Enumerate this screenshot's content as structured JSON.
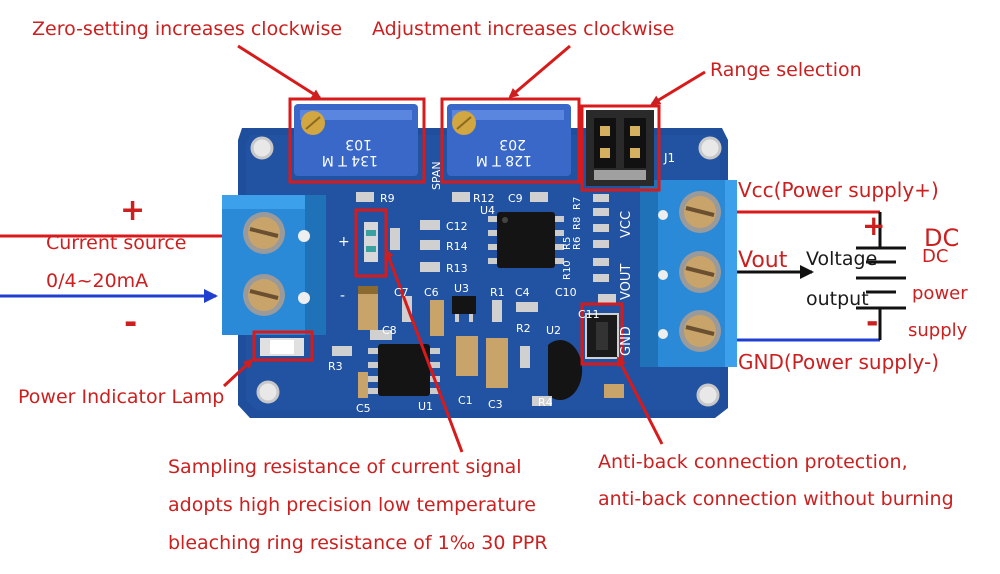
{
  "labels": {
    "zero_setting": "Zero-setting increases clockwise",
    "adjustment": "Adjustment increases clockwise",
    "range_selection": "Range selection",
    "vcc": "Vcc(Power supply+)",
    "gnd": "GND(Power supply-)",
    "dc_main": "DC",
    "dc_power": "DC",
    "power": "power",
    "supply": "supply",
    "vout": "Vout",
    "voltage": "Voltage",
    "output": "output",
    "current_source": "Current source",
    "current_range": "0/4~20mA",
    "plus_left": "+",
    "minus_left": "-",
    "plus_right": "+",
    "minus_right": "-",
    "power_lamp": "Power Indicator Lamp",
    "sampling_1": "Sampling resistance of current signal",
    "sampling_2": "adopts high precision low temperature",
    "sampling_3": "bleaching ring resistance of 1‰ 30 PPR",
    "antiback_1": "Anti-back connection protection,",
    "antiback_2": "anti-back connection without burning"
  },
  "board": {
    "pot_left_code": "103",
    "pot_left_sub": "134 T M",
    "pot_right_code": "203",
    "pot_right_sub": "128 T M",
    "span": "SPAN",
    "j1": "J1",
    "vcc": "VCC",
    "vout": "VOUT",
    "gnd": "GND",
    "r9": "R9",
    "r12": "R12",
    "c9": "C9",
    "c12": "C12",
    "r14": "R14",
    "r13": "R13",
    "u4": "U4",
    "r7": "R7",
    "r8": "R8",
    "r6": "R6",
    "r5": "R5",
    "r10": "R10",
    "c10": "C10",
    "c7": "C7",
    "c6": "C6",
    "u3": "U3",
    "r1": "R1",
    "c4": "C4",
    "c8": "C8",
    "r2": "R2",
    "u2": "U2",
    "r3": "R3",
    "c5": "C5",
    "u1": "U1",
    "c1": "C1",
    "c3": "C3",
    "r4": "R4",
    "c11": "C11",
    "plus": "+",
    "minus": "-"
  },
  "colors": {
    "annotation_red": "#cc1f1f",
    "pcb_blue": "#1f4e9c",
    "terminal_blue": "#2a8ad8",
    "pot_blue": "#3a68c8"
  }
}
